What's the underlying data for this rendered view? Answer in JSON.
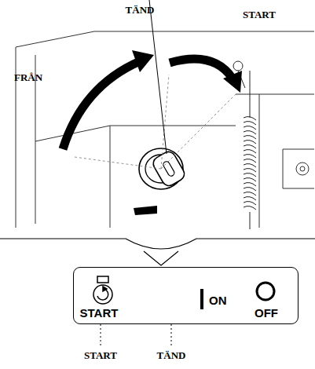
{
  "diagram": {
    "nodes": [
      {
        "text": [
          "START",
          "ON",
          "OFF"
        ]
      }
    ],
    "labels": [
      "TÄND",
      "START",
      "FRÅN",
      "START",
      "TÄND"
    ]
  }
}
